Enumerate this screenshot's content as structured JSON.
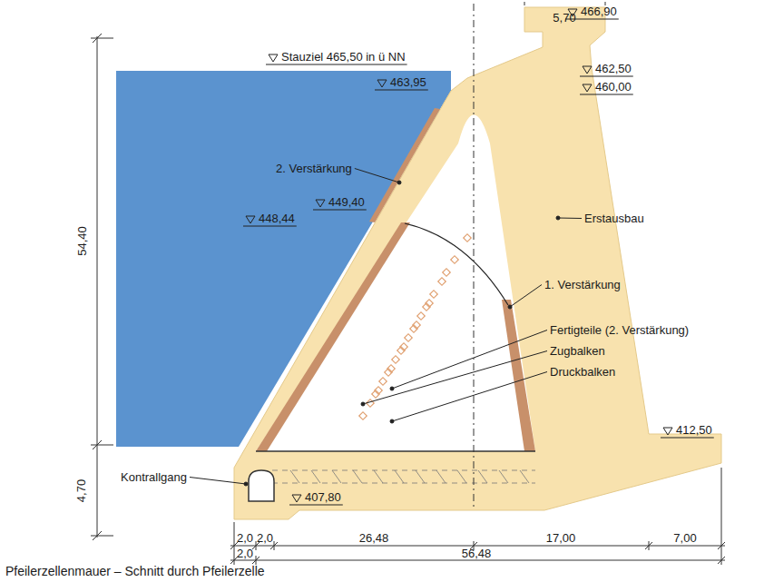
{
  "diagram": {
    "caption": "Pfeilerzellenmauer – Schnitt durch Pfeilerzelle",
    "labels": [
      "5,70",
      "466,90",
      "Stauziel 465,50 in ü NN",
      "463,95",
      "462,50",
      "460,00",
      "54,40",
      "2. Verstärkung",
      "449,40",
      "448,44",
      "Erstausbau",
      "1. Verstärkung",
      "Fertigteile (2. Verstärkung)",
      "Zugbalken",
      "Druckbalken",
      "412,50",
      "4,70",
      "Kontrallgang",
      "407,80",
      "2,0",
      "2,0",
      "26,48",
      "17,00",
      "7,00",
      "2,0",
      "56,48"
    ]
  }
}
